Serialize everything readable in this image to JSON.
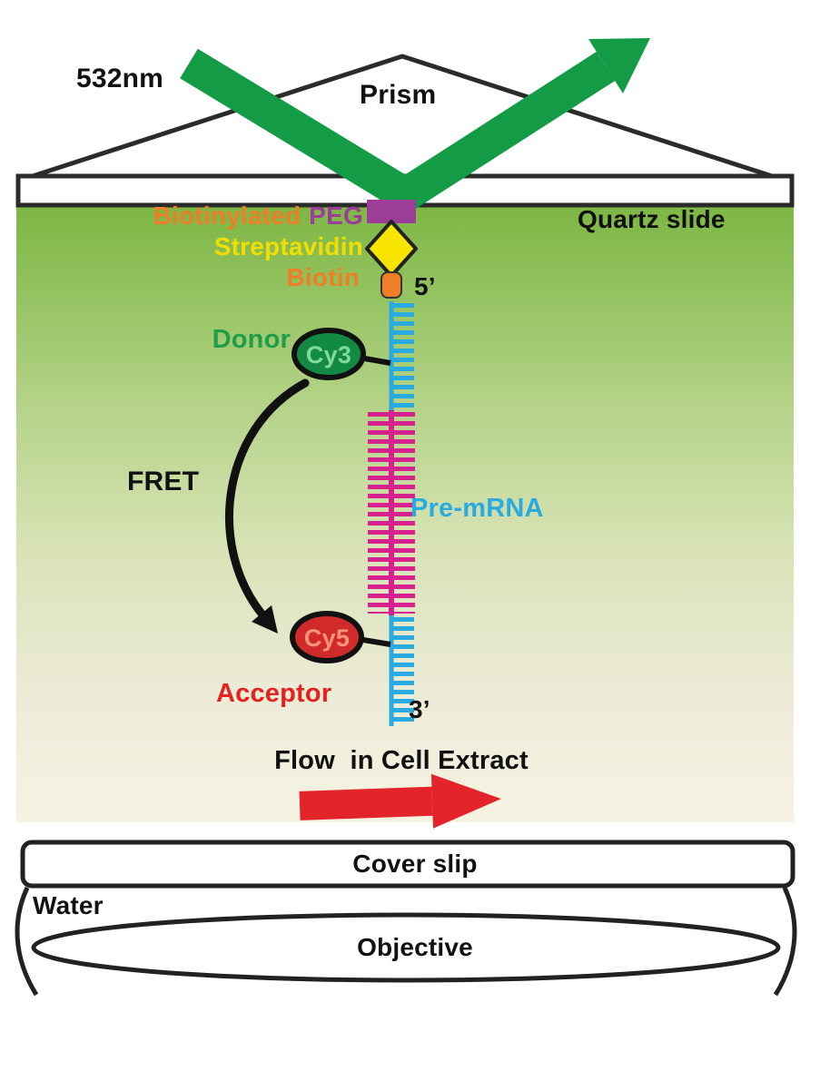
{
  "figure": {
    "labels": {
      "wavelength": "532nm",
      "prism": "Prism",
      "quartz_slide": "Quartz slide",
      "biotinylated": "Biotinylated",
      "peg": "PEG",
      "streptavidin": "Streptavidin",
      "biotin": "Biotin",
      "five_prime": "5’",
      "donor": "Donor",
      "cy3": "Cy3",
      "fret": "FRET",
      "pre_mrna": "Pre-mRNA",
      "cy5": "Cy5",
      "acceptor": "Acceptor",
      "three_prime": "3’",
      "flow": "Flow  in Cell Extract",
      "cover_slip": "Cover slip",
      "water": "Water",
      "objective": "Objective"
    },
    "colors": {
      "laser_green": "#149B45",
      "chamber_green_top": "#7CB643",
      "chamber_fade_bottom": "#F6F3E3",
      "biotinylated_orange": "#F07E26",
      "peg_purple": "#9C3E97",
      "streptavidin_yellow": "#F2DE00",
      "donor_green": "#1E9E46",
      "cy3_fill": "#128A43",
      "acceptor_red": "#E32222",
      "cy5_fill": "#D02A2A",
      "mrna_cyan": "#29ABE2",
      "duplex_magenta": "#D6218F",
      "flow_arrow_red": "#E3242B",
      "outline_dark": "#2B2B2B"
    }
  }
}
